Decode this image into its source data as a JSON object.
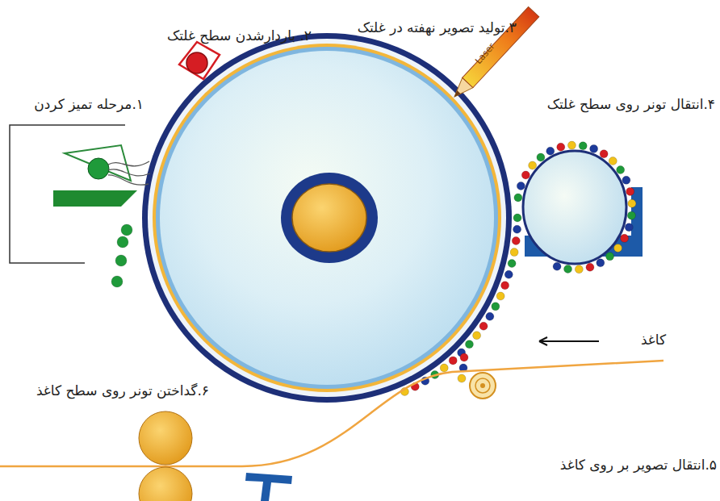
{
  "diagram": {
    "labels": [
      "۱.مرحله تمیز کردن",
      "۲. باردارشدن سطح غلتک",
      "۳.تولید تصویر نهفته در غلتک",
      "Laser",
      "۴.انتقال تونر روی سطح غلتک",
      "کاغذ",
      "۵.انتقال تصویر بر روی کاغذ",
      "۶.گداختن تونر روی سطح کاغذ"
    ]
  }
}
